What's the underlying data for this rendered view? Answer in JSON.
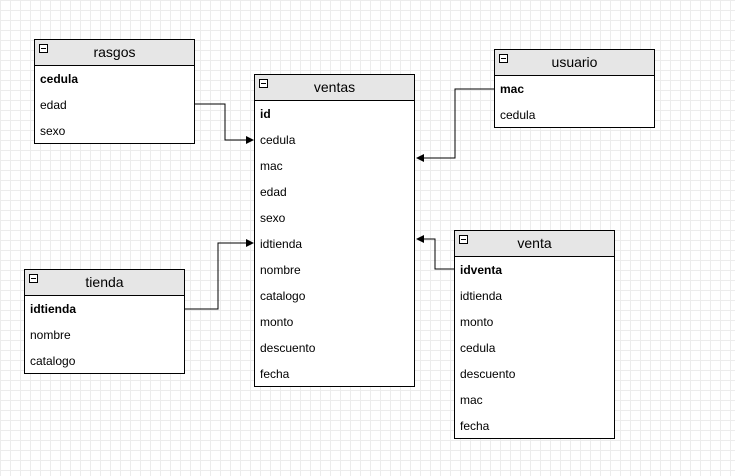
{
  "tables": {
    "rasgos": {
      "title": "rasgos",
      "fields": [
        "cedula",
        "edad",
        "sexo"
      ]
    },
    "ventas": {
      "title": "ventas",
      "fields": [
        "id",
        "cedula",
        "mac",
        "edad",
        "sexo",
        "idtienda",
        "nombre",
        "catalogo",
        "monto",
        "descuento",
        "fecha"
      ]
    },
    "usuario": {
      "title": "usuario",
      "fields": [
        "mac",
        "cedula"
      ]
    },
    "tienda": {
      "title": "tienda",
      "fields": [
        "idtienda",
        "nombre",
        "catalogo"
      ]
    },
    "venta": {
      "title": "venta",
      "fields": [
        "idventa",
        "idtienda",
        "monto",
        "cedula",
        "descuento",
        "mac",
        "fecha"
      ]
    }
  },
  "relationships": [
    {
      "from": "rasgos",
      "to": "ventas"
    },
    {
      "from": "usuario",
      "to": "ventas"
    },
    {
      "from": "tienda",
      "to": "ventas"
    },
    {
      "from": "venta",
      "to": "ventas"
    }
  ]
}
